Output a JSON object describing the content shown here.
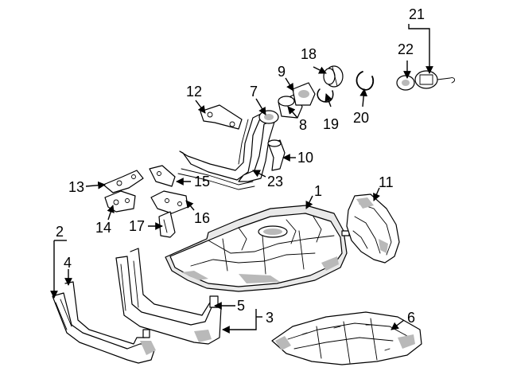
{
  "diagram": {
    "callouts": [
      {
        "id": "1",
        "text": "1"
      },
      {
        "id": "2",
        "text": "2"
      },
      {
        "id": "3",
        "text": "3"
      },
      {
        "id": "4",
        "text": "4"
      },
      {
        "id": "5",
        "text": "5"
      },
      {
        "id": "6",
        "text": "6"
      },
      {
        "id": "7",
        "text": "7"
      },
      {
        "id": "8",
        "text": "8"
      },
      {
        "id": "9",
        "text": "9"
      },
      {
        "id": "10",
        "text": "10"
      },
      {
        "id": "11",
        "text": "11"
      },
      {
        "id": "12",
        "text": "12"
      },
      {
        "id": "13",
        "text": "13"
      },
      {
        "id": "14",
        "text": "14"
      },
      {
        "id": "15",
        "text": "15"
      },
      {
        "id": "16",
        "text": "16"
      },
      {
        "id": "17",
        "text": "17"
      },
      {
        "id": "18",
        "text": "18"
      },
      {
        "id": "19",
        "text": "19"
      },
      {
        "id": "20",
        "text": "20"
      },
      {
        "id": "21",
        "text": "21"
      },
      {
        "id": "22",
        "text": "22"
      },
      {
        "id": "23",
        "text": "23"
      }
    ],
    "colors": {
      "ink": "#000000",
      "paper": "#ffffff",
      "shade": "#b9b9b9"
    }
  }
}
